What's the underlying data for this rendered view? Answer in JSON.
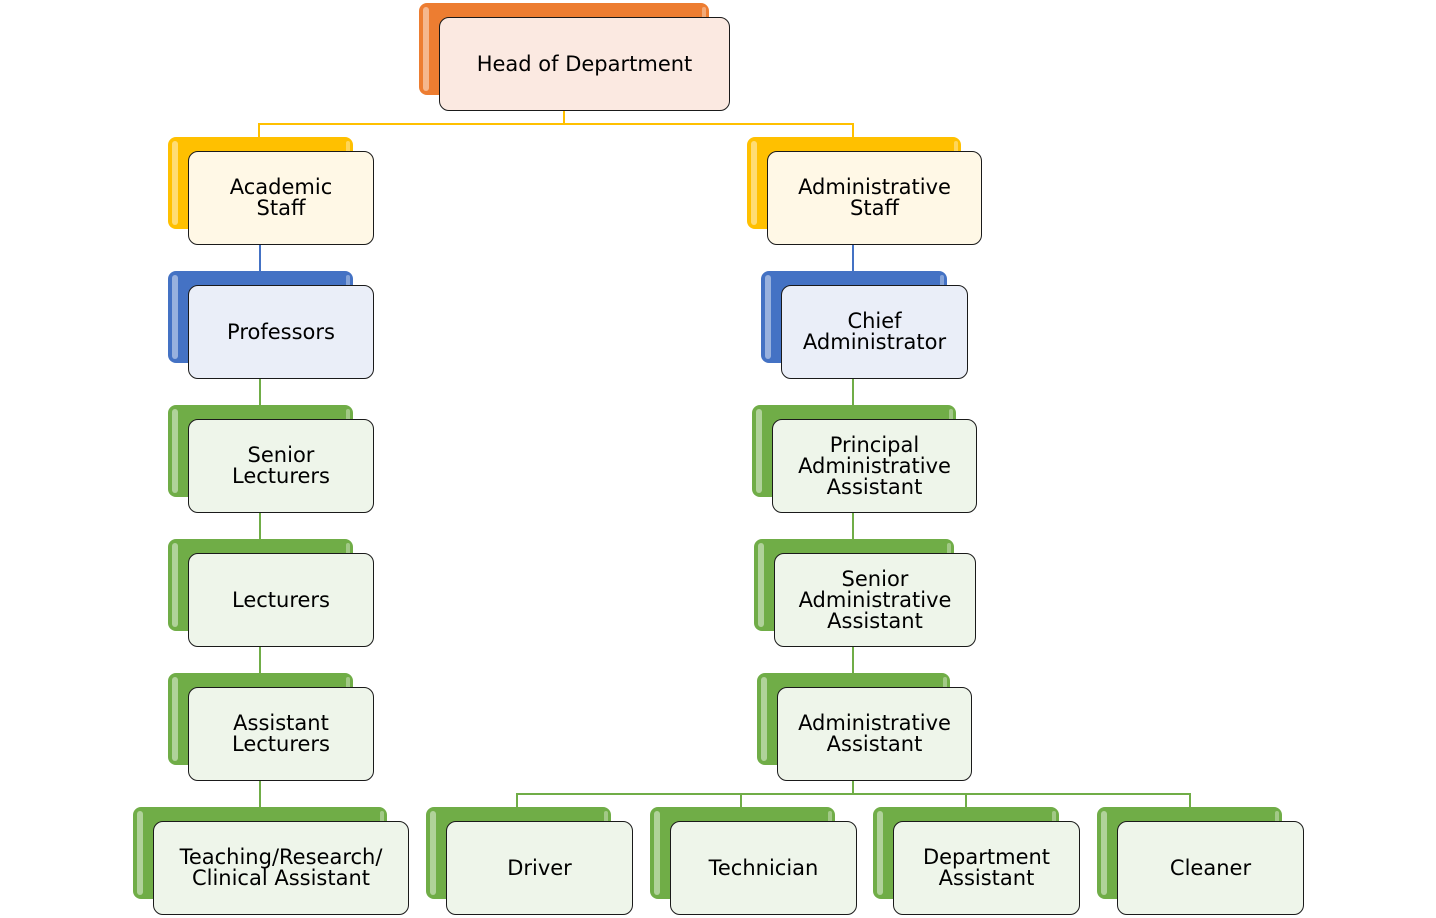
{
  "colors": {
    "orange": "#ed7d31",
    "yellow": "#ffc000",
    "blue": "#4472c4",
    "green": "#70ad47",
    "orange_tint": "#fbe9e1",
    "yellow_tint": "#fff8e6",
    "blue_tint": "#eaeef8",
    "green_tint": "#eef5ea"
  },
  "nodes": {
    "head": "Head of Department",
    "academic_staff": "Academic\nStaff",
    "professors": "Professors",
    "senior_lecturers": "Senior\nLecturers",
    "lecturers": "Lecturers",
    "assistant_lecturers": "Assistant\nLecturers",
    "teaching_assistant": "Teaching/Research/\nClinical Assistant",
    "administrative_staff": "Administrative\nStaff",
    "chief_administrator": "Chief\nAdministrator",
    "principal_admin_assistant": "Principal\nAdministrative\nAssistant",
    "senior_admin_assistant": "Senior\nAdministrative\nAssistant",
    "admin_assistant": "Administrative\nAssistant",
    "driver": "Driver",
    "technician": "Technician",
    "department_assistant": "Department\nAssistant",
    "cleaner": "Cleaner"
  }
}
